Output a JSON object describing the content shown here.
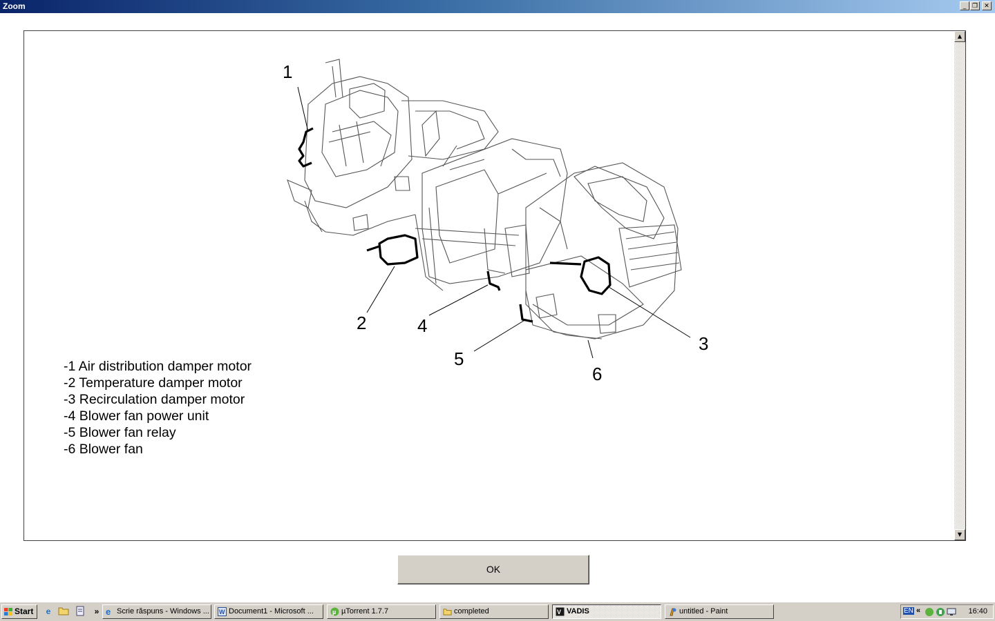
{
  "window": {
    "title": "Zoom",
    "buttons": [
      "_",
      "❐",
      "✕"
    ]
  },
  "diagram": {
    "callouts": [
      "1",
      "2",
      "3",
      "4",
      "5",
      "6"
    ],
    "legend": [
      "-1 Air distribution damper motor",
      "-2 Temperature damper motor",
      "-3 Recirculation damper motor",
      "-4 Blower fan power unit",
      "-5 Blower fan relay",
      "-6 Blower fan"
    ]
  },
  "dialog": {
    "ok_label": "OK"
  },
  "taskbar": {
    "start_label": "Start",
    "overflow": "»",
    "tasks": [
      {
        "label": "Scrie răspuns - Windows ...",
        "icon": "ie-icon",
        "active": false
      },
      {
        "label": "Document1 - Microsoft ...",
        "icon": "word-icon",
        "active": false
      },
      {
        "label": "µTorrent 1.7.7",
        "icon": "utorrent-icon",
        "active": false
      },
      {
        "label": "completed",
        "icon": "folder-icon",
        "active": false
      },
      {
        "label": "VADIS",
        "icon": "vadis-icon",
        "active": true
      },
      {
        "label": "untitled - Paint",
        "icon": "paint-icon",
        "active": false
      }
    ],
    "tray": {
      "lang": "EN",
      "chevron": "«",
      "clock": "16:40"
    }
  }
}
